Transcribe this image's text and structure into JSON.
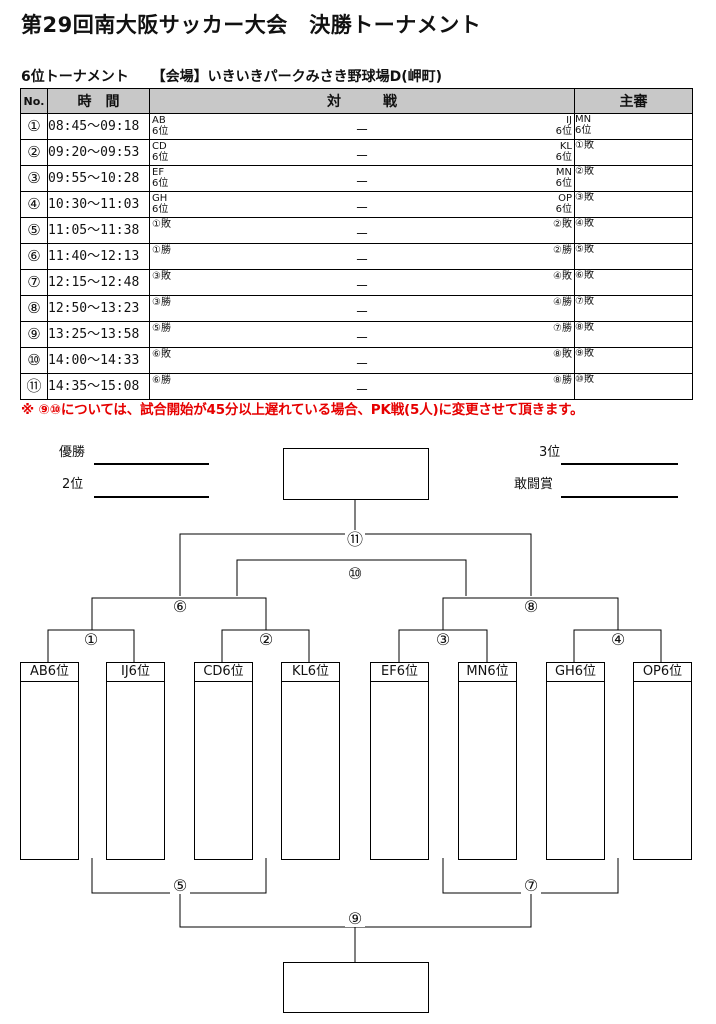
{
  "title": "第29回南大阪サッカー大会　決勝トーナメント",
  "subtitle": {
    "name": "6位トーナメント",
    "venue": "【会場】いきいきパークみさき野球場D(岬町)"
  },
  "table": {
    "headers": {
      "no": "No.",
      "time": "時　間",
      "match": "対　　　戦",
      "referee": "主審"
    },
    "rows": [
      {
        "no": "①",
        "time": "08:45～09:18",
        "l1": "AB",
        "l2": "6位",
        "r1": "IJ",
        "r2": "6位",
        "ref1": "MN",
        "ref2": "6位"
      },
      {
        "no": "②",
        "time": "09:20～09:53",
        "l1": "CD",
        "l2": "6位",
        "r1": "KL",
        "r2": "6位",
        "ref1": "①敗",
        "ref2": ""
      },
      {
        "no": "③",
        "time": "09:55～10:28",
        "l1": "EF",
        "l2": "6位",
        "r1": "MN",
        "r2": "6位",
        "ref1": "②敗",
        "ref2": ""
      },
      {
        "no": "④",
        "time": "10:30～11:03",
        "l1": "GH",
        "l2": "6位",
        "r1": "OP",
        "r2": "6位",
        "ref1": "③敗",
        "ref2": ""
      },
      {
        "no": "⑤",
        "time": "11:05～11:38",
        "l1": "①敗",
        "l2": "",
        "r1": "②敗",
        "r2": "",
        "ref1": "④敗",
        "ref2": ""
      },
      {
        "no": "⑥",
        "time": "11:40～12:13",
        "l1": "①勝",
        "l2": "",
        "r1": "②勝",
        "r2": "",
        "ref1": "⑤敗",
        "ref2": ""
      },
      {
        "no": "⑦",
        "time": "12:15～12:48",
        "l1": "③敗",
        "l2": "",
        "r1": "④敗",
        "r2": "",
        "ref1": "⑥敗",
        "ref2": ""
      },
      {
        "no": "⑧",
        "time": "12:50～13:23",
        "l1": "③勝",
        "l2": "",
        "r1": "④勝",
        "r2": "",
        "ref1": "⑦敗",
        "ref2": ""
      },
      {
        "no": "⑨",
        "time": "13:25～13:58",
        "l1": "⑤勝",
        "l2": "",
        "r1": "⑦勝",
        "r2": "",
        "ref1": "⑧敗",
        "ref2": ""
      },
      {
        "no": "⑩",
        "time": "14:00～14:33",
        "l1": "⑥敗",
        "l2": "",
        "r1": "⑧敗",
        "r2": "",
        "ref1": "⑨敗",
        "ref2": ""
      },
      {
        "no": "⑪",
        "time": "14:35～15:08",
        "l1": "⑥勝",
        "l2": "",
        "r1": "⑧勝",
        "r2": "",
        "ref1": "⑩敗",
        "ref2": ""
      }
    ],
    "dash": "－"
  },
  "note": "※ ⑨⑩については、試合開始が45分以上遅れている場合、PK戦(5人)に変更させて頂きます。",
  "results": {
    "winner": "優勝",
    "second": "2位",
    "third": "3位",
    "fighting_spirit": "敢闘賞"
  },
  "bracket": {
    "teams": [
      "AB6位",
      "IJ6位",
      "CD6位",
      "KL6位",
      "EF6位",
      "MN6位",
      "GH6位",
      "OP6位"
    ],
    "matches": {
      "m1": "①",
      "m2": "②",
      "m3": "③",
      "m4": "④",
      "m5": "⑤",
      "m6": "⑥",
      "m7": "⑦",
      "m8": "⑧",
      "m9": "⑨",
      "m10": "⑩",
      "m11": "⑪"
    }
  }
}
